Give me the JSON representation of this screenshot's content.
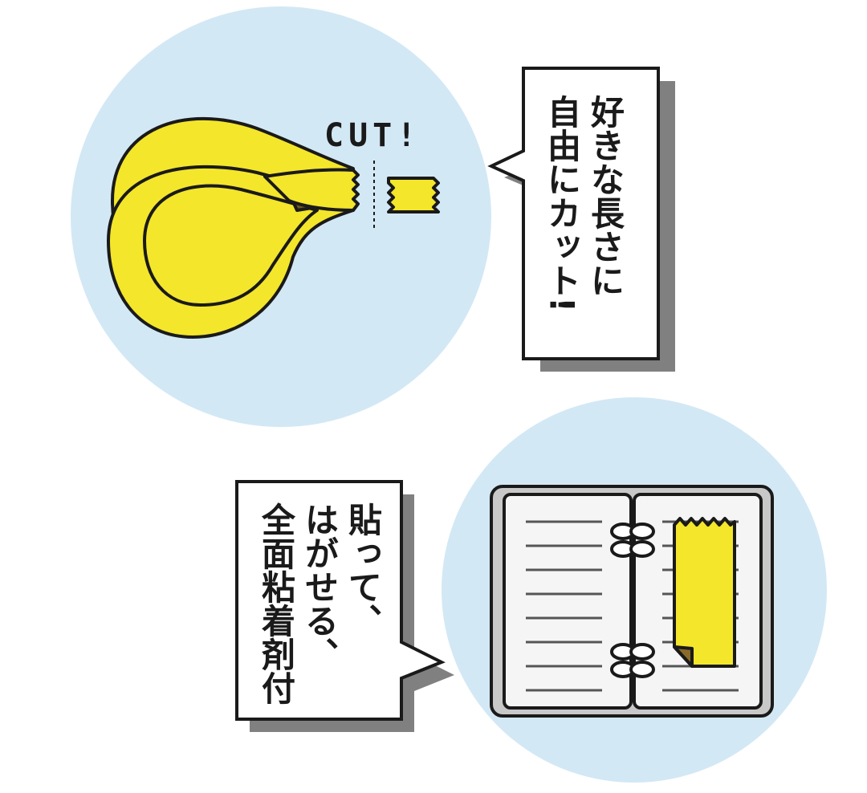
{
  "panel_top": {
    "cut_label": "CUT!",
    "bubble_text": "好きな長さに自由にカット!",
    "bubble_columns": [
      "好きな長さに",
      "自由にカット!"
    ]
  },
  "panel_bottom": {
    "bubble_text": "貼って、はがせる、全面粘着剤付",
    "bubble_columns": [
      "貼って、",
      "はがせる、",
      "全面粘着剤付"
    ]
  },
  "colors": {
    "circle_bg": "#d3e8f5",
    "tape_yellow": "#f4e62a",
    "outline": "#1a1a1a",
    "notebook_frame": "#c8c8c8",
    "page": "#f5f5f5"
  }
}
